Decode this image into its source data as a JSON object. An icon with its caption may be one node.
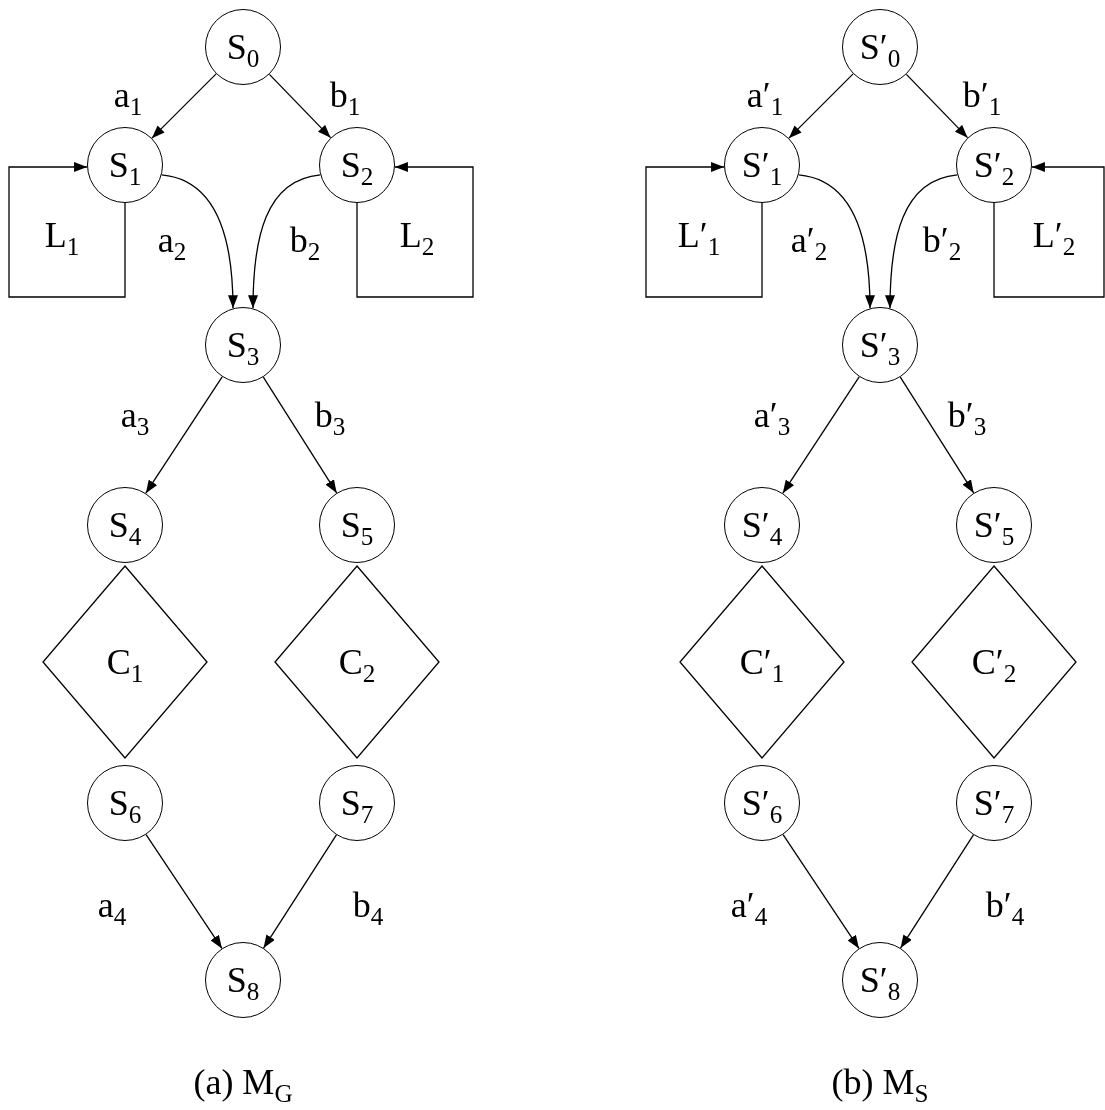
{
  "diagram": {
    "nodes": [
      {
        "text": [
          "S$_{0}$"
        ]
      },
      {
        "text": [
          "S$_{1}$"
        ]
      },
      {
        "text": [
          "S$_{2}$"
        ]
      },
      {
        "text": [
          "S$_{3}$"
        ]
      },
      {
        "text": [
          "S$_{4}$"
        ]
      },
      {
        "text": [
          "S$_{5}$"
        ]
      },
      {
        "text": [
          "C$_{1}$"
        ]
      },
      {
        "text": [
          "C$_{2}$"
        ]
      },
      {
        "text": [
          "S$_{6}$"
        ]
      },
      {
        "text": [
          "S$_{7}$"
        ]
      },
      {
        "text": [
          "S$_{8}$"
        ]
      },
      {
        "text": [
          "S′$_{0}$"
        ]
      },
      {
        "text": [
          "S′$_{1}$"
        ]
      },
      {
        "text": [
          "S′$_{2}$"
        ]
      },
      {
        "text": [
          "S′$_{3}$"
        ]
      },
      {
        "text": [
          "S′$_{4}$"
        ]
      },
      {
        "text": [
          "S′$_{5}$"
        ]
      },
      {
        "text": [
          "C′$_{1}$"
        ]
      },
      {
        "text": [
          "C′$_{2}$"
        ]
      },
      {
        "text": [
          "S′$_{6}$"
        ]
      },
      {
        "text": [
          "S′$_{7}$"
        ]
      },
      {
        "text": [
          "S′$_{8}$"
        ]
      }
    ],
    "edges": [
      {
        "from": 0,
        "to": 1,
        "arrow": "to",
        "label": "a$_{1}$"
      },
      {
        "from": 0,
        "to": 2,
        "arrow": "to",
        "label": "b$_{1}$"
      },
      {
        "from": 1,
        "to": 3,
        "arrow": "to",
        "label": "a$_{2}$"
      },
      {
        "from": 2,
        "to": 3,
        "arrow": "to",
        "label": "b$_{2}$"
      },
      {
        "from": 1,
        "to": 1,
        "arrow": "to",
        "label": "L$_{1}$"
      },
      {
        "from": 2,
        "to": 2,
        "arrow": "to",
        "label": "L$_{2}$"
      },
      {
        "from": 3,
        "to": 4,
        "arrow": "to",
        "label": "a$_{3}$"
      },
      {
        "from": 3,
        "to": 5,
        "arrow": "to",
        "label": "b$_{3}$"
      },
      {
        "from": 8,
        "to": 10,
        "arrow": "to",
        "label": "a$_{4}$"
      },
      {
        "from": 9,
        "to": 10,
        "arrow": "to",
        "label": "b$_{4}$"
      },
      {
        "from": 11,
        "to": 12,
        "arrow": "to",
        "label": "a′$_{1}$"
      },
      {
        "from": 11,
        "to": 13,
        "arrow": "to",
        "label": "b′$_{1}$"
      },
      {
        "from": 12,
        "to": 14,
        "arrow": "to",
        "label": "a′$_{2}$"
      },
      {
        "from": 13,
        "to": 14,
        "arrow": "to",
        "label": "b′$_{2}$"
      },
      {
        "from": 12,
        "to": 12,
        "arrow": "to",
        "label": "L′$_{1}$"
      },
      {
        "from": 13,
        "to": 13,
        "arrow": "to",
        "label": "L′$_{2}$"
      },
      {
        "from": 14,
        "to": 15,
        "arrow": "to",
        "label": "a′$_{3}$"
      },
      {
        "from": 14,
        "to": 16,
        "arrow": "to",
        "label": "b′$_{3}$"
      },
      {
        "from": 19,
        "to": 21,
        "arrow": "to",
        "label": "a′$_{4}$"
      },
      {
        "from": 20,
        "to": 21,
        "arrow": "to",
        "label": "b′$_{4}$"
      }
    ],
    "labels": [
      "(a) M$_{G}$",
      "(b) M$_{S}$"
    ]
  }
}
